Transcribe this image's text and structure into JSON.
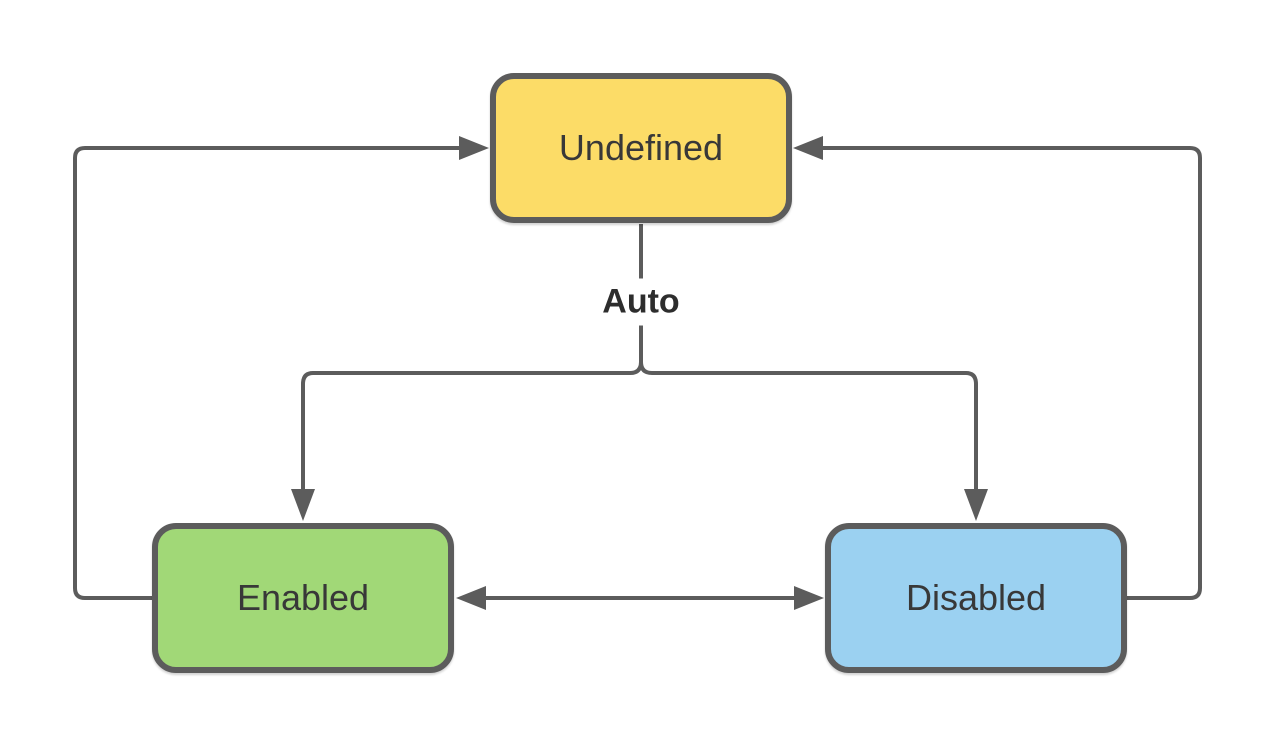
{
  "diagram": {
    "type": "state-diagram",
    "nodes": [
      {
        "id": "undefined",
        "label": "Undefined",
        "fill": "#FCDC67"
      },
      {
        "id": "enabled",
        "label": "Enabled",
        "fill": "#A1D877"
      },
      {
        "id": "disabled",
        "label": "Disabled",
        "fill": "#9BD1F1"
      }
    ],
    "edges": [
      {
        "from": "Undefined",
        "to": "Enabled",
        "label": "Auto",
        "bidirectional": false
      },
      {
        "from": "Undefined",
        "to": "Disabled",
        "label": "Auto",
        "bidirectional": false
      },
      {
        "from": "Enabled",
        "to": "Undefined",
        "label": "",
        "bidirectional": false
      },
      {
        "from": "Disabled",
        "to": "Undefined",
        "label": "",
        "bidirectional": false
      },
      {
        "from": "Enabled",
        "to": "Disabled",
        "label": "",
        "bidirectional": true
      }
    ],
    "edge_label": "Auto",
    "colors": {
      "line": "#5C5C5C",
      "node_border": "#5C5C5C",
      "node_text": "#383838",
      "label_text": "#2D2D2D",
      "background": "#FFFFFF"
    }
  }
}
